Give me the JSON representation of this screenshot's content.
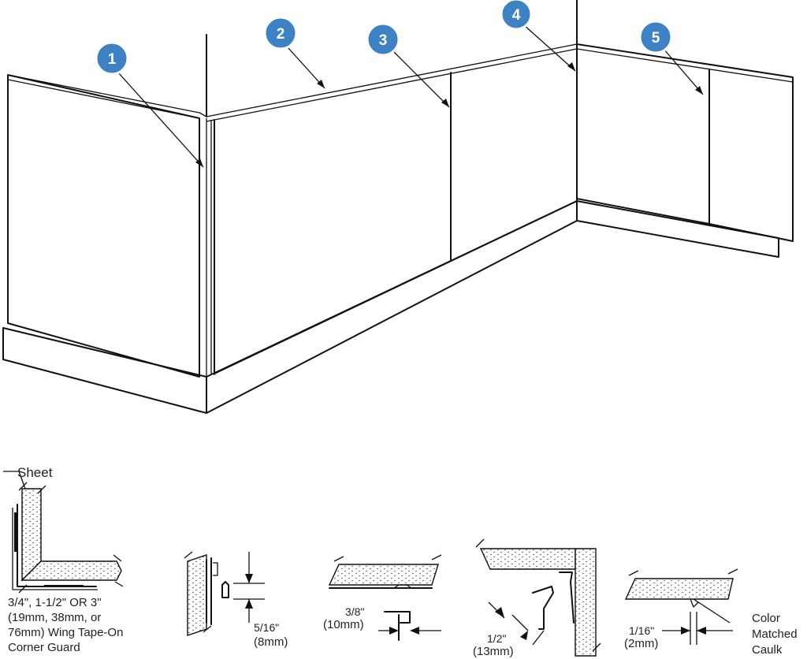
{
  "callouts": [
    "1",
    "2",
    "3",
    "4",
    "5"
  ],
  "details": {
    "sheet_label": "Sheet",
    "corner_guard": {
      "line1": "3/4\", 1-1/2\" OR 3\"",
      "line2": "(19mm, 38mm, or",
      "line3": "76mm) Wing Tape-On",
      "line4": "Corner Guard"
    },
    "detail2": {
      "dim_in": "5/16\"",
      "dim_mm": "(8mm)"
    },
    "detail3": {
      "dim_in": "3/8\"",
      "dim_mm": "(10mm)"
    },
    "detail4": {
      "dim_in": "1/2\"",
      "dim_mm": "(13mm)"
    },
    "detail5": {
      "dim_in": "1/16\"",
      "dim_mm": "(2mm)",
      "caulk_line1": "Color",
      "caulk_line2": "Matched",
      "caulk_line3": "Caulk"
    }
  }
}
